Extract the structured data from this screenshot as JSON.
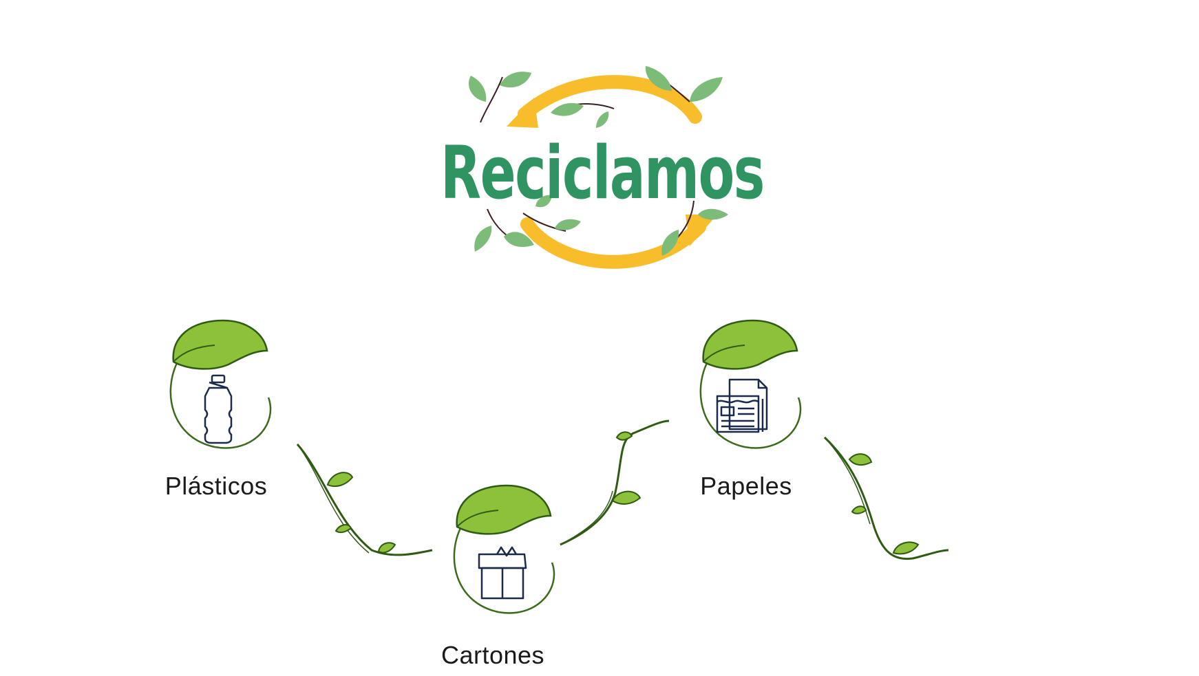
{
  "logo": {
    "title": "Reciclamos",
    "colors": {
      "text": "#2f9462",
      "arrows": "#f7bd2b",
      "leaf": "#7dbb78",
      "stem": "#3a1e1e"
    }
  },
  "items": [
    {
      "label": "Plásticos",
      "icon": "plastic-bottle-icon"
    },
    {
      "label": "Cartones",
      "icon": "cardboard-box-icon"
    },
    {
      "label": "Papeles",
      "icon": "newspaper-icon"
    }
  ],
  "colors": {
    "leaf_fill": "#8dc13a",
    "leaf_stroke": "#2f5a14",
    "ring": "#3a6a1a",
    "icon": "#1b2a4a",
    "label": "#1a1a1a"
  }
}
